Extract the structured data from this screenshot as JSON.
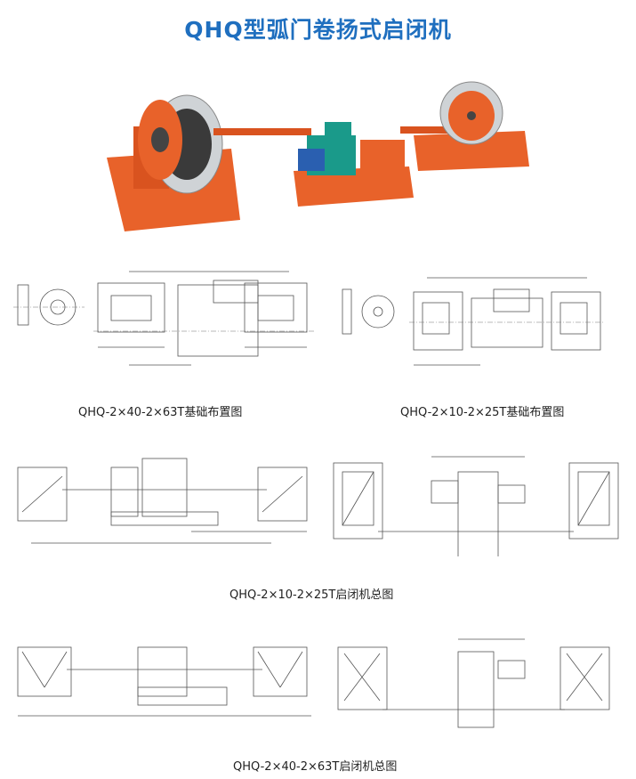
{
  "title": "QHQ型弧门卷扬式启闭机",
  "figures": [
    {
      "caption": "QHQ-2×40-2×63T基础布置图"
    },
    {
      "caption": "QHQ-2×10-2×25T基础布置图"
    },
    {
      "caption": "QHQ-2×10-2×25T启闭机总图"
    },
    {
      "caption": "QHQ-2×40-2×63T启闭机总图"
    }
  ],
  "colors": {
    "title": "#1f6fbf",
    "machine_frame": "#e8622a",
    "gearbox": "#1a9a8a",
    "motor": "#2a5fb0"
  }
}
